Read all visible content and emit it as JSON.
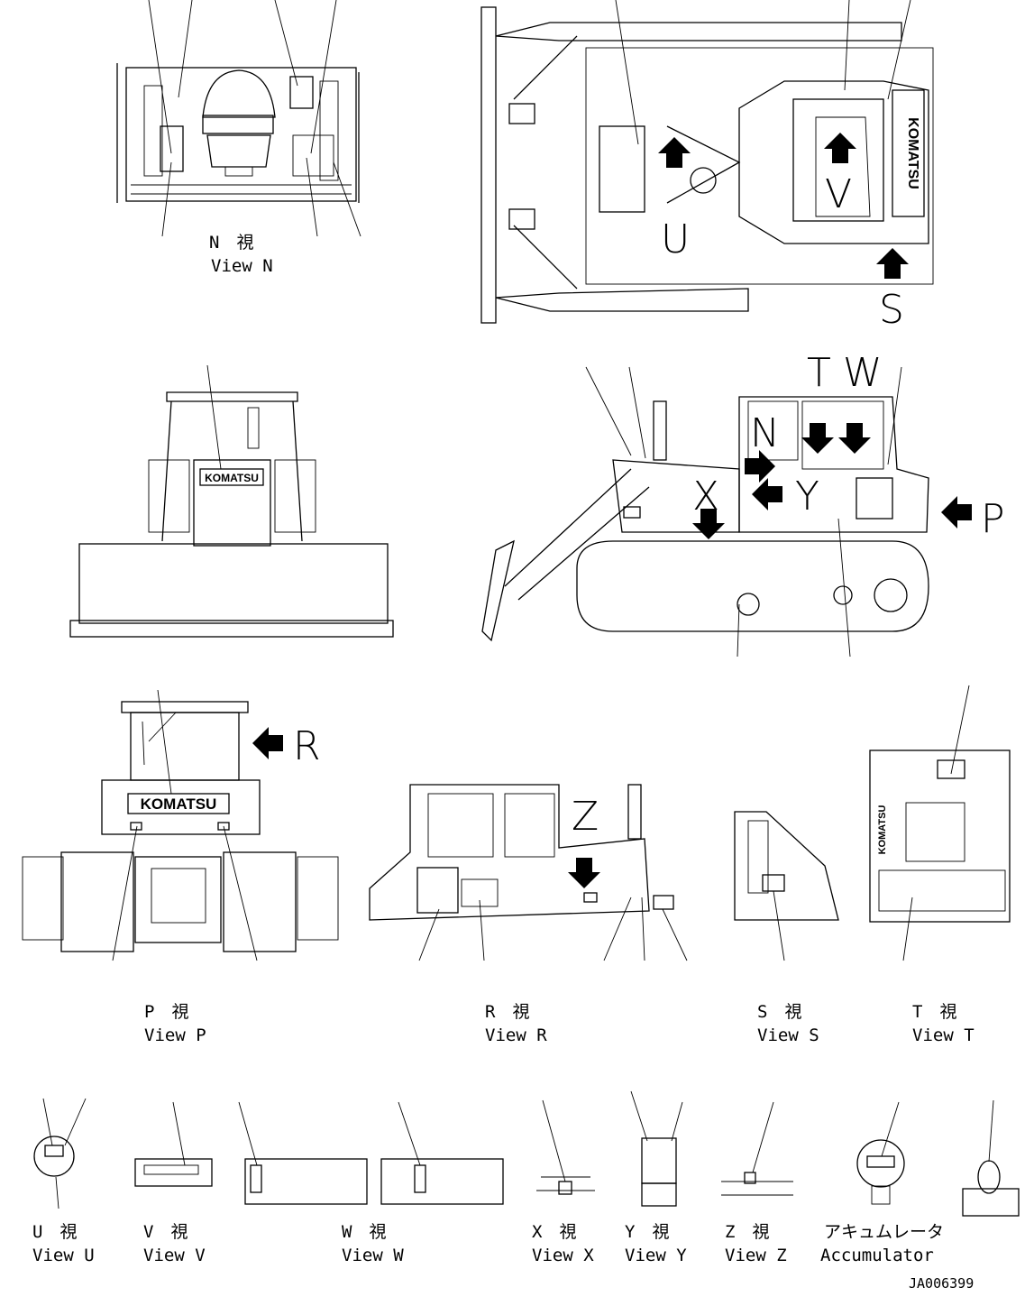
{
  "drawing_id": "JA006399",
  "markers": {
    "S": "S",
    "T": "T",
    "W": "W",
    "N": "N",
    "X": "X",
    "Y": "Y",
    "P": "P",
    "U": "U",
    "V": "V",
    "R": "R",
    "Z": "Z"
  },
  "views": {
    "N": {
      "jp": "N　視",
      "en": "View N"
    },
    "P": {
      "jp": "P　視",
      "en": "View P"
    },
    "R": {
      "jp": "R　視",
      "en": "View R"
    },
    "S": {
      "jp": "S　視",
      "en": "View S"
    },
    "T": {
      "jp": "T　視",
      "en": "View T"
    },
    "U": {
      "jp": "U　視",
      "en": "View U"
    },
    "V": {
      "jp": "V　視",
      "en": "View V"
    },
    "W": {
      "jp": "W　視",
      "en": "View W"
    },
    "X": {
      "jp": "X　視",
      "en": "View X"
    },
    "Y": {
      "jp": "Y　視",
      "en": "View Y"
    },
    "Z": {
      "jp": "Z　視",
      "en": "View Z"
    },
    "ACC": {
      "jp": "アキュムレータ",
      "en": "Accumulator"
    }
  },
  "brand_plate": "KOMATSU"
}
